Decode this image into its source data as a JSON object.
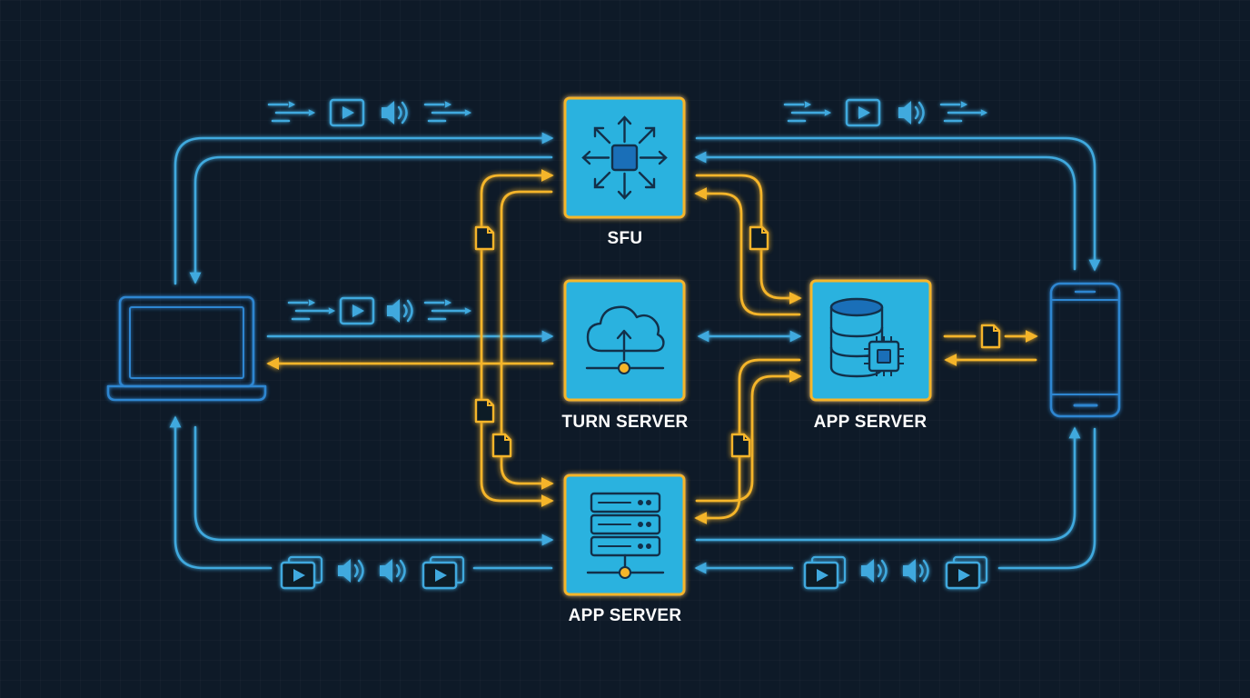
{
  "nodes": {
    "sfu": {
      "label": "SFU"
    },
    "turn_server": {
      "label": "TURN SERVER"
    },
    "app_server_right": {
      "label": "APP SERVER"
    },
    "app_server_bottom": {
      "label": "APP SERVER"
    }
  },
  "colors": {
    "background": "#0e1a28",
    "media_flow": "#3fa9de",
    "signaling_flow": "#f5b52a",
    "node_fill": "#2cb2df",
    "node_border": "#f5b52a",
    "device_outline": "#2f86d1",
    "icon_dark": "#12304a"
  },
  "icons": {
    "client_left": "laptop-icon",
    "client_right": "smartphone-icon",
    "sfu": "expand-arrows-icon",
    "turn_server": "cloud-upload-icon",
    "app_server_right": "database-chip-icon",
    "app_server_bottom": "server-rack-icon",
    "media": [
      "video-play-icon",
      "speaker-icon",
      "data-stream-icon"
    ],
    "signaling": "document-icon"
  }
}
